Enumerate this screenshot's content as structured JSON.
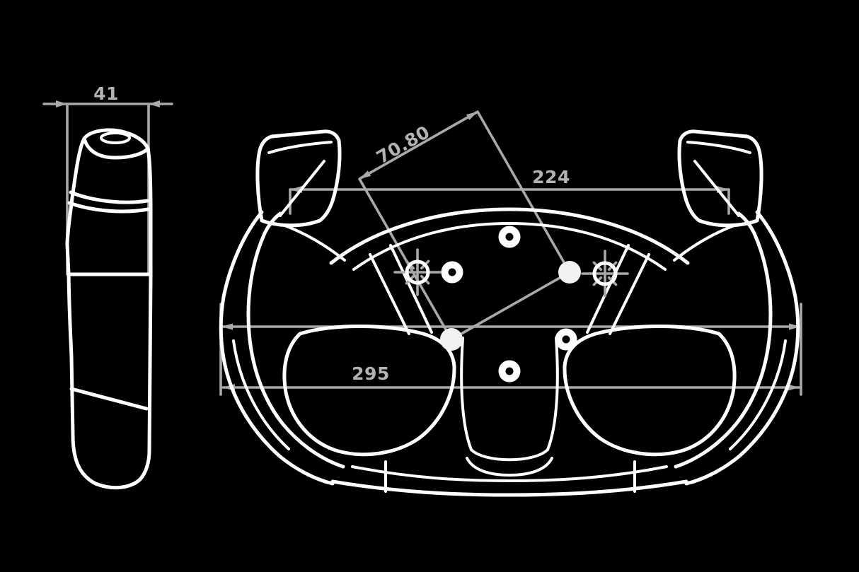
{
  "drawing": {
    "title": "Steering wheel technical drawing",
    "style": "white line-art on black with gray dimension annotations",
    "background_color": "#000000",
    "outline_color": "#ffffff",
    "dimension_color": "#a9a9a9",
    "views": {
      "side": {
        "name": "side-profile-view",
        "description": "narrow vertical grip profile"
      },
      "front": {
        "name": "front-view",
        "description": "GT-style steering wheel with top paddles, hub bolt holes and lower pods"
      }
    },
    "dimensions": {
      "grip_thickness": {
        "value": "41",
        "view": "side",
        "orientation": "horizontal"
      },
      "upper_mount_width": {
        "value": "224",
        "view": "front",
        "orientation": "horizontal"
      },
      "overall_width": {
        "value": "295",
        "view": "front",
        "orientation": "horizontal"
      },
      "bolt_hole_diagonal": {
        "value": "70.80",
        "view": "front",
        "orientation": "diagonal",
        "angle_deg": -29.6
      }
    },
    "features": {
      "bolt_holes_count": 6,
      "crosshair_markers_count": 2,
      "marked_corner_holes_count": 2
    }
  }
}
